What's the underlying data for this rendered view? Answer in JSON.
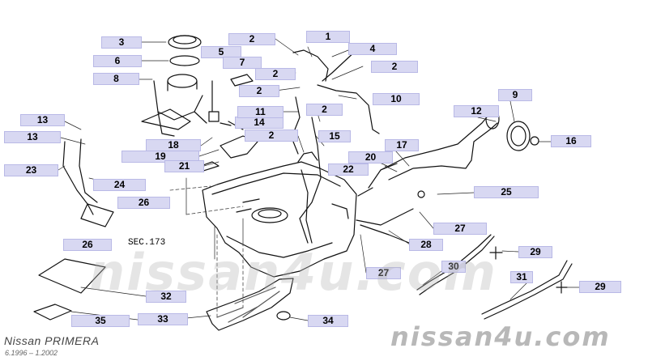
{
  "labels": [
    {
      "id": "l3",
      "text": "3"
    },
    {
      "id": "l6",
      "text": "6"
    },
    {
      "id": "l8",
      "text": "8"
    },
    {
      "id": "l13a",
      "text": "13"
    },
    {
      "id": "l13b",
      "text": "13"
    },
    {
      "id": "l23",
      "text": "23"
    },
    {
      "id": "l24",
      "text": "24"
    },
    {
      "id": "l26a",
      "text": "26"
    },
    {
      "id": "l26b",
      "text": "26"
    },
    {
      "id": "l5",
      "text": "5"
    },
    {
      "id": "l7",
      "text": "7"
    },
    {
      "id": "l18",
      "text": "18"
    },
    {
      "id": "l19",
      "text": "19"
    },
    {
      "id": "l21",
      "text": "21"
    },
    {
      "id": "l14",
      "text": "14"
    },
    {
      "id": "l2a",
      "text": "2"
    },
    {
      "id": "l1",
      "text": "1"
    },
    {
      "id": "l2b",
      "text": "2"
    },
    {
      "id": "l2c",
      "text": "2"
    },
    {
      "id": "l2d",
      "text": "2"
    },
    {
      "id": "l2e",
      "text": "2"
    },
    {
      "id": "l2f",
      "text": "2"
    },
    {
      "id": "l4",
      "text": "4"
    },
    {
      "id": "l11",
      "text": "11"
    },
    {
      "id": "l15",
      "text": "15"
    },
    {
      "id": "l10",
      "text": "10"
    },
    {
      "id": "l20",
      "text": "20"
    },
    {
      "id": "l17",
      "text": "17"
    },
    {
      "id": "l22",
      "text": "22"
    },
    {
      "id": "l12",
      "text": "12"
    },
    {
      "id": "l9",
      "text": "9"
    },
    {
      "id": "l16",
      "text": "16"
    },
    {
      "id": "l25",
      "text": "25"
    },
    {
      "id": "l27a",
      "text": "27"
    },
    {
      "id": "l28",
      "text": "28"
    },
    {
      "id": "l27b",
      "text": "27"
    },
    {
      "id": "l29a",
      "text": "29"
    },
    {
      "id": "l30",
      "text": "30"
    },
    {
      "id": "l31",
      "text": "31"
    },
    {
      "id": "l29b",
      "text": "29"
    },
    {
      "id": "l32",
      "text": "32"
    },
    {
      "id": "l33",
      "text": "33"
    },
    {
      "id": "l34",
      "text": "34"
    },
    {
      "id": "l35",
      "text": "35"
    }
  ],
  "section_ref": "SEC.173",
  "watermark": "nissan4u.com",
  "footer": {
    "model": "Nissan PRIMERA",
    "period": "6.1996 – 1.2002"
  }
}
